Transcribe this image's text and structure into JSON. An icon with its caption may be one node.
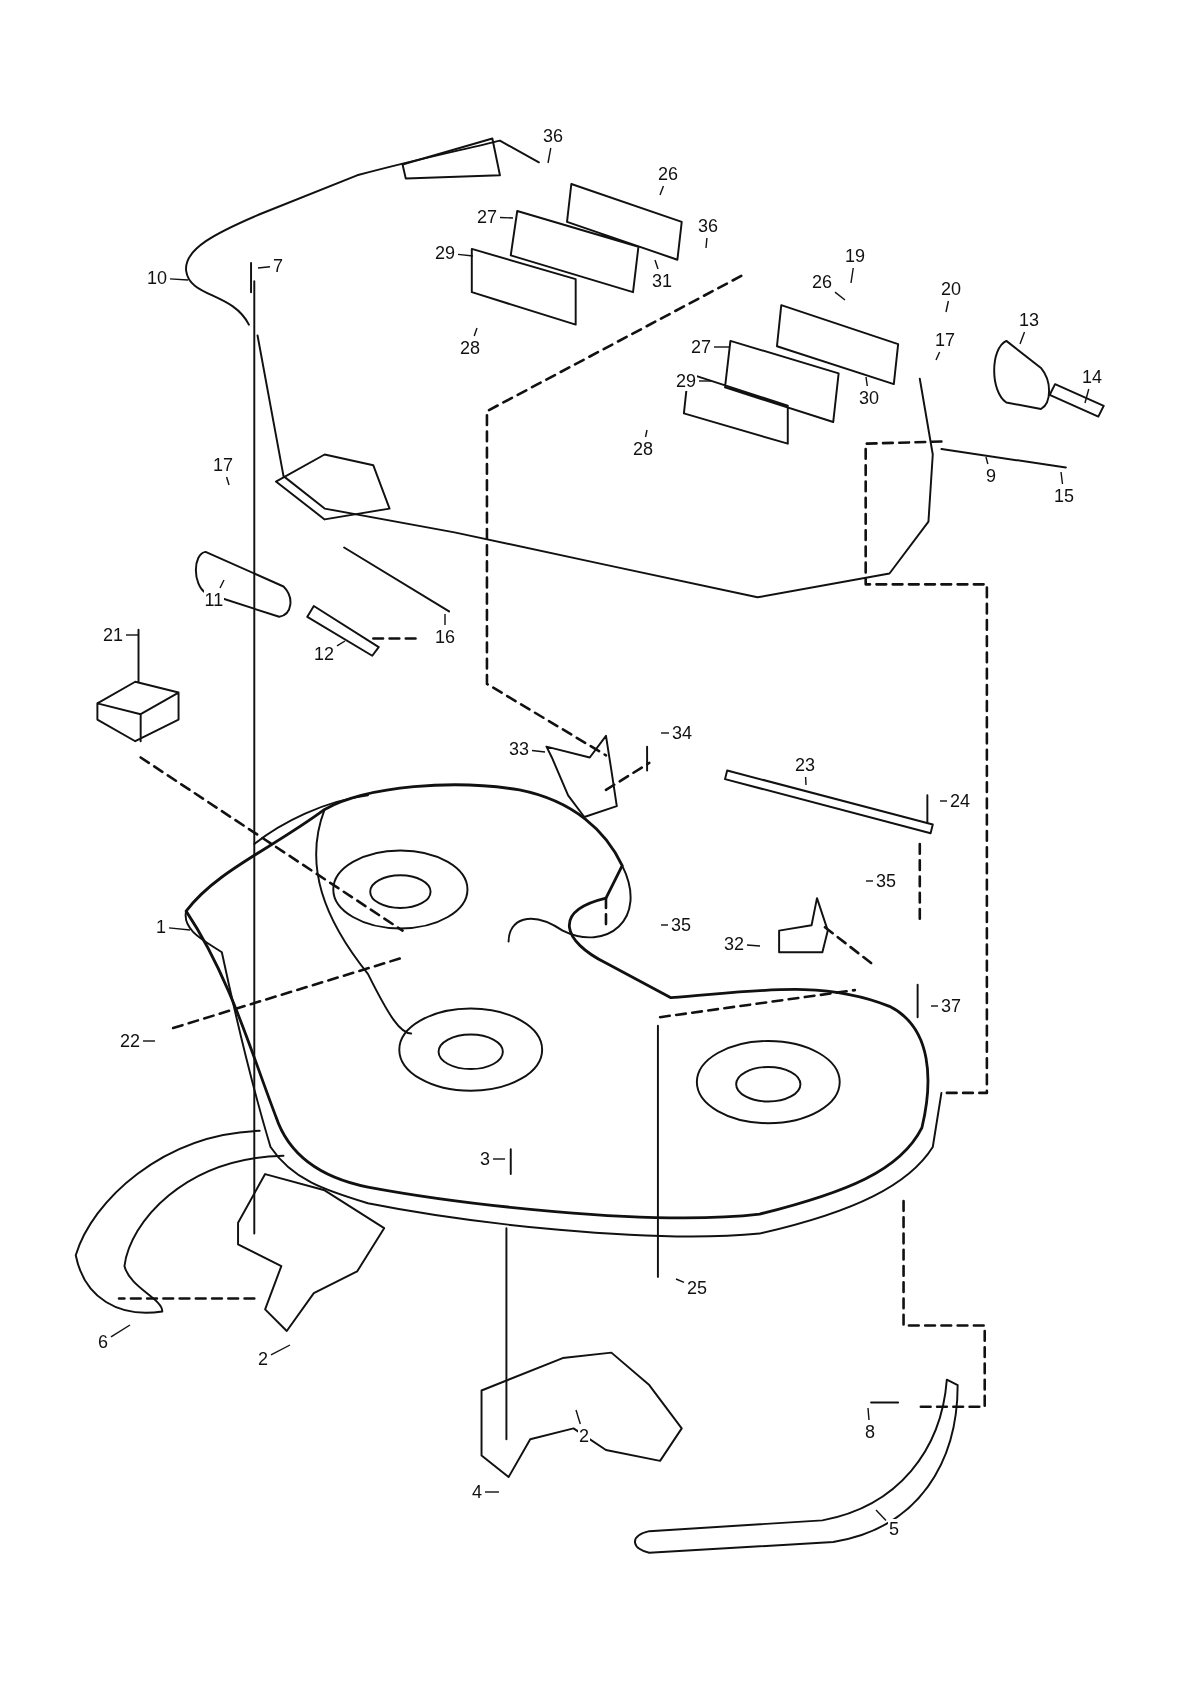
{
  "diagram": {
    "nodes": [
      {
        "text": [
          "36"
        ]
      },
      {
        "text": [
          "26"
        ]
      },
      {
        "text": [
          "27"
        ]
      },
      {
        "text": [
          "36"
        ]
      },
      {
        "text": [
          "10"
        ]
      },
      {
        "text": [
          "7"
        ]
      },
      {
        "text": [
          "29"
        ]
      },
      {
        "text": [
          "31"
        ]
      },
      {
        "text": [
          "19"
        ]
      },
      {
        "text": [
          "26"
        ]
      },
      {
        "text": [
          "20"
        ]
      },
      {
        "text": [
          "13"
        ]
      },
      {
        "text": [
          "28"
        ]
      },
      {
        "text": [
          "27"
        ]
      },
      {
        "text": [
          "17"
        ]
      },
      {
        "text": [
          "14"
        ]
      },
      {
        "text": [
          "29"
        ]
      },
      {
        "text": [
          "30"
        ]
      },
      {
        "text": [
          "28"
        ]
      },
      {
        "text": [
          "9"
        ]
      },
      {
        "text": [
          "15"
        ]
      },
      {
        "text": [
          "17"
        ]
      },
      {
        "text": [
          "11"
        ]
      },
      {
        "text": [
          "16"
        ]
      },
      {
        "text": [
          "21"
        ]
      },
      {
        "text": [
          "12"
        ]
      },
      {
        "text": [
          "34"
        ]
      },
      {
        "text": [
          "33"
        ]
      },
      {
        "text": [
          "23"
        ]
      },
      {
        "text": [
          "24"
        ]
      },
      {
        "text": [
          "35"
        ]
      },
      {
        "text": [
          "1"
        ]
      },
      {
        "text": [
          "35"
        ]
      },
      {
        "text": [
          "32"
        ]
      },
      {
        "text": [
          "37"
        ]
      },
      {
        "text": [
          "22"
        ]
      },
      {
        "text": [
          "3"
        ]
      },
      {
        "text": [
          "25"
        ]
      },
      {
        "text": [
          "6"
        ]
      },
      {
        "text": [
          "2"
        ]
      },
      {
        "text": [
          "2"
        ]
      },
      {
        "text": [
          "8"
        ]
      },
      {
        "text": [
          "4"
        ]
      },
      {
        "text": [
          "5"
        ]
      }
    ],
    "edges": [
      {
        "from": 0,
        "to": null,
        "arrow": "none"
      },
      {
        "from": 1,
        "to": null,
        "arrow": "none"
      },
      {
        "from": 2,
        "to": null,
        "arrow": "none"
      },
      {
        "from": 3,
        "to": null,
        "arrow": "none"
      },
      {
        "from": 4,
        "to": null,
        "arrow": "none"
      },
      {
        "from": 5,
        "to": null,
        "arrow": "none"
      },
      {
        "from": 6,
        "to": null,
        "arrow": "none"
      },
      {
        "from": 7,
        "to": null,
        "arrow": "none"
      },
      {
        "from": 8,
        "to": null,
        "arrow": "none"
      },
      {
        "from": 9,
        "to": null,
        "arrow": "none"
      },
      {
        "from": 10,
        "to": null,
        "arrow": "none"
      },
      {
        "from": 11,
        "to": null,
        "arrow": "none"
      },
      {
        "from": 12,
        "to": null,
        "arrow": "none"
      },
      {
        "from": 13,
        "to": null,
        "arrow": "none"
      },
      {
        "from": 14,
        "to": null,
        "arrow": "none"
      },
      {
        "from": 15,
        "to": null,
        "arrow": "none"
      },
      {
        "from": 16,
        "to": null,
        "arrow": "none"
      },
      {
        "from": 17,
        "to": null,
        "arrow": "none"
      },
      {
        "from": 18,
        "to": null,
        "arrow": "none"
      },
      {
        "from": 19,
        "to": null,
        "arrow": "none"
      },
      {
        "from": 20,
        "to": null,
        "arrow": "none"
      },
      {
        "from": 21,
        "to": null,
        "arrow": "none"
      },
      {
        "from": 22,
        "to": null,
        "arrow": "none"
      },
      {
        "from": 23,
        "to": null,
        "arrow": "none"
      },
      {
        "from": 24,
        "to": null,
        "arrow": "none"
      },
      {
        "from": 25,
        "to": null,
        "arrow": "none"
      },
      {
        "from": 26,
        "to": null,
        "arrow": "none"
      },
      {
        "from": 27,
        "to": null,
        "arrow": "none"
      },
      {
        "from": 28,
        "to": null,
        "arrow": "none"
      },
      {
        "from": 29,
        "to": null,
        "arrow": "none"
      },
      {
        "from": 30,
        "to": null,
        "arrow": "none"
      },
      {
        "from": 31,
        "to": null,
        "arrow": "none"
      },
      {
        "from": 32,
        "to": null,
        "arrow": "none"
      },
      {
        "from": 33,
        "to": null,
        "arrow": "none"
      },
      {
        "from": 34,
        "to": null,
        "arrow": "none"
      },
      {
        "from": 35,
        "to": null,
        "arrow": "none"
      },
      {
        "from": 36,
        "to": null,
        "arrow": "none"
      },
      {
        "from": 37,
        "to": null,
        "arrow": "none"
      },
      {
        "from": 38,
        "to": null,
        "arrow": "none"
      },
      {
        "from": 39,
        "to": null,
        "arrow": "none"
      },
      {
        "from": 40,
        "to": null,
        "arrow": "none"
      },
      {
        "from": 41,
        "to": null,
        "arrow": "none"
      },
      {
        "from": 42,
        "to": null,
        "arrow": "none"
      },
      {
        "from": 43,
        "to": null,
        "arrow": "none"
      }
    ]
  }
}
